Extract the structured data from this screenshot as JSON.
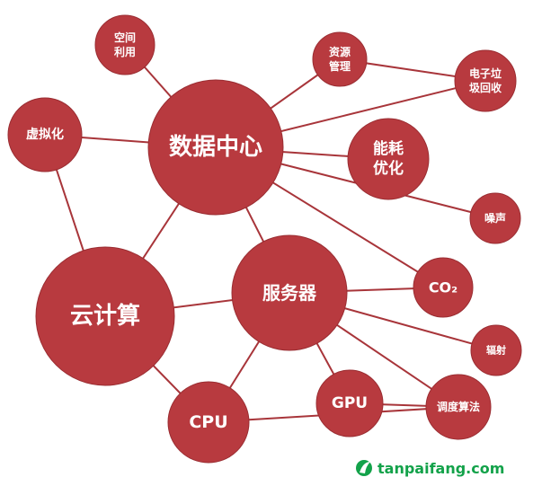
{
  "colors": {
    "node": "#b83a3f",
    "edge": "#a8353a",
    "label": "#ffffff",
    "watermark": "#13a24a"
  },
  "nodes": [
    {
      "id": "datacenter",
      "lines": [
        "数据中心"
      ]
    },
    {
      "id": "cloud",
      "lines": [
        "云计算"
      ]
    },
    {
      "id": "server",
      "lines": [
        "服务器"
      ]
    },
    {
      "id": "virtualization",
      "lines": [
        "虚拟化"
      ]
    },
    {
      "id": "space",
      "lines": [
        "空间",
        "利用"
      ]
    },
    {
      "id": "resource",
      "lines": [
        "资源",
        "管理"
      ]
    },
    {
      "id": "ewaste",
      "lines": [
        "电子垃",
        "圾回收"
      ]
    },
    {
      "id": "energy",
      "lines": [
        "能耗",
        "优化"
      ]
    },
    {
      "id": "noise",
      "lines": [
        "噪声"
      ]
    },
    {
      "id": "co2",
      "lines": [
        "CO₂"
      ]
    },
    {
      "id": "radiation",
      "lines": [
        "辐射"
      ]
    },
    {
      "id": "scheduling",
      "lines": [
        "调度算法"
      ]
    },
    {
      "id": "gpu",
      "lines": [
        "GPU"
      ]
    },
    {
      "id": "cpu",
      "lines": [
        "CPU"
      ]
    }
  ],
  "edges": [
    [
      "datacenter",
      "space"
    ],
    [
      "datacenter",
      "virtualization"
    ],
    [
      "datacenter",
      "resource"
    ],
    [
      "datacenter",
      "ewaste"
    ],
    [
      "datacenter",
      "energy"
    ],
    [
      "datacenter",
      "noise"
    ],
    [
      "datacenter",
      "co2"
    ],
    [
      "datacenter",
      "cloud"
    ],
    [
      "datacenter",
      "server"
    ],
    [
      "resource",
      "ewaste"
    ],
    [
      "virtualization",
      "cloud"
    ],
    [
      "cloud",
      "server"
    ],
    [
      "cloud",
      "cpu"
    ],
    [
      "server",
      "cpu"
    ],
    [
      "server",
      "gpu"
    ],
    [
      "server",
      "co2"
    ],
    [
      "server",
      "radiation"
    ],
    [
      "server",
      "scheduling"
    ],
    [
      "gpu",
      "scheduling"
    ],
    [
      "cpu",
      "scheduling"
    ]
  ],
  "watermark": {
    "text": "tanpaifang.com"
  }
}
